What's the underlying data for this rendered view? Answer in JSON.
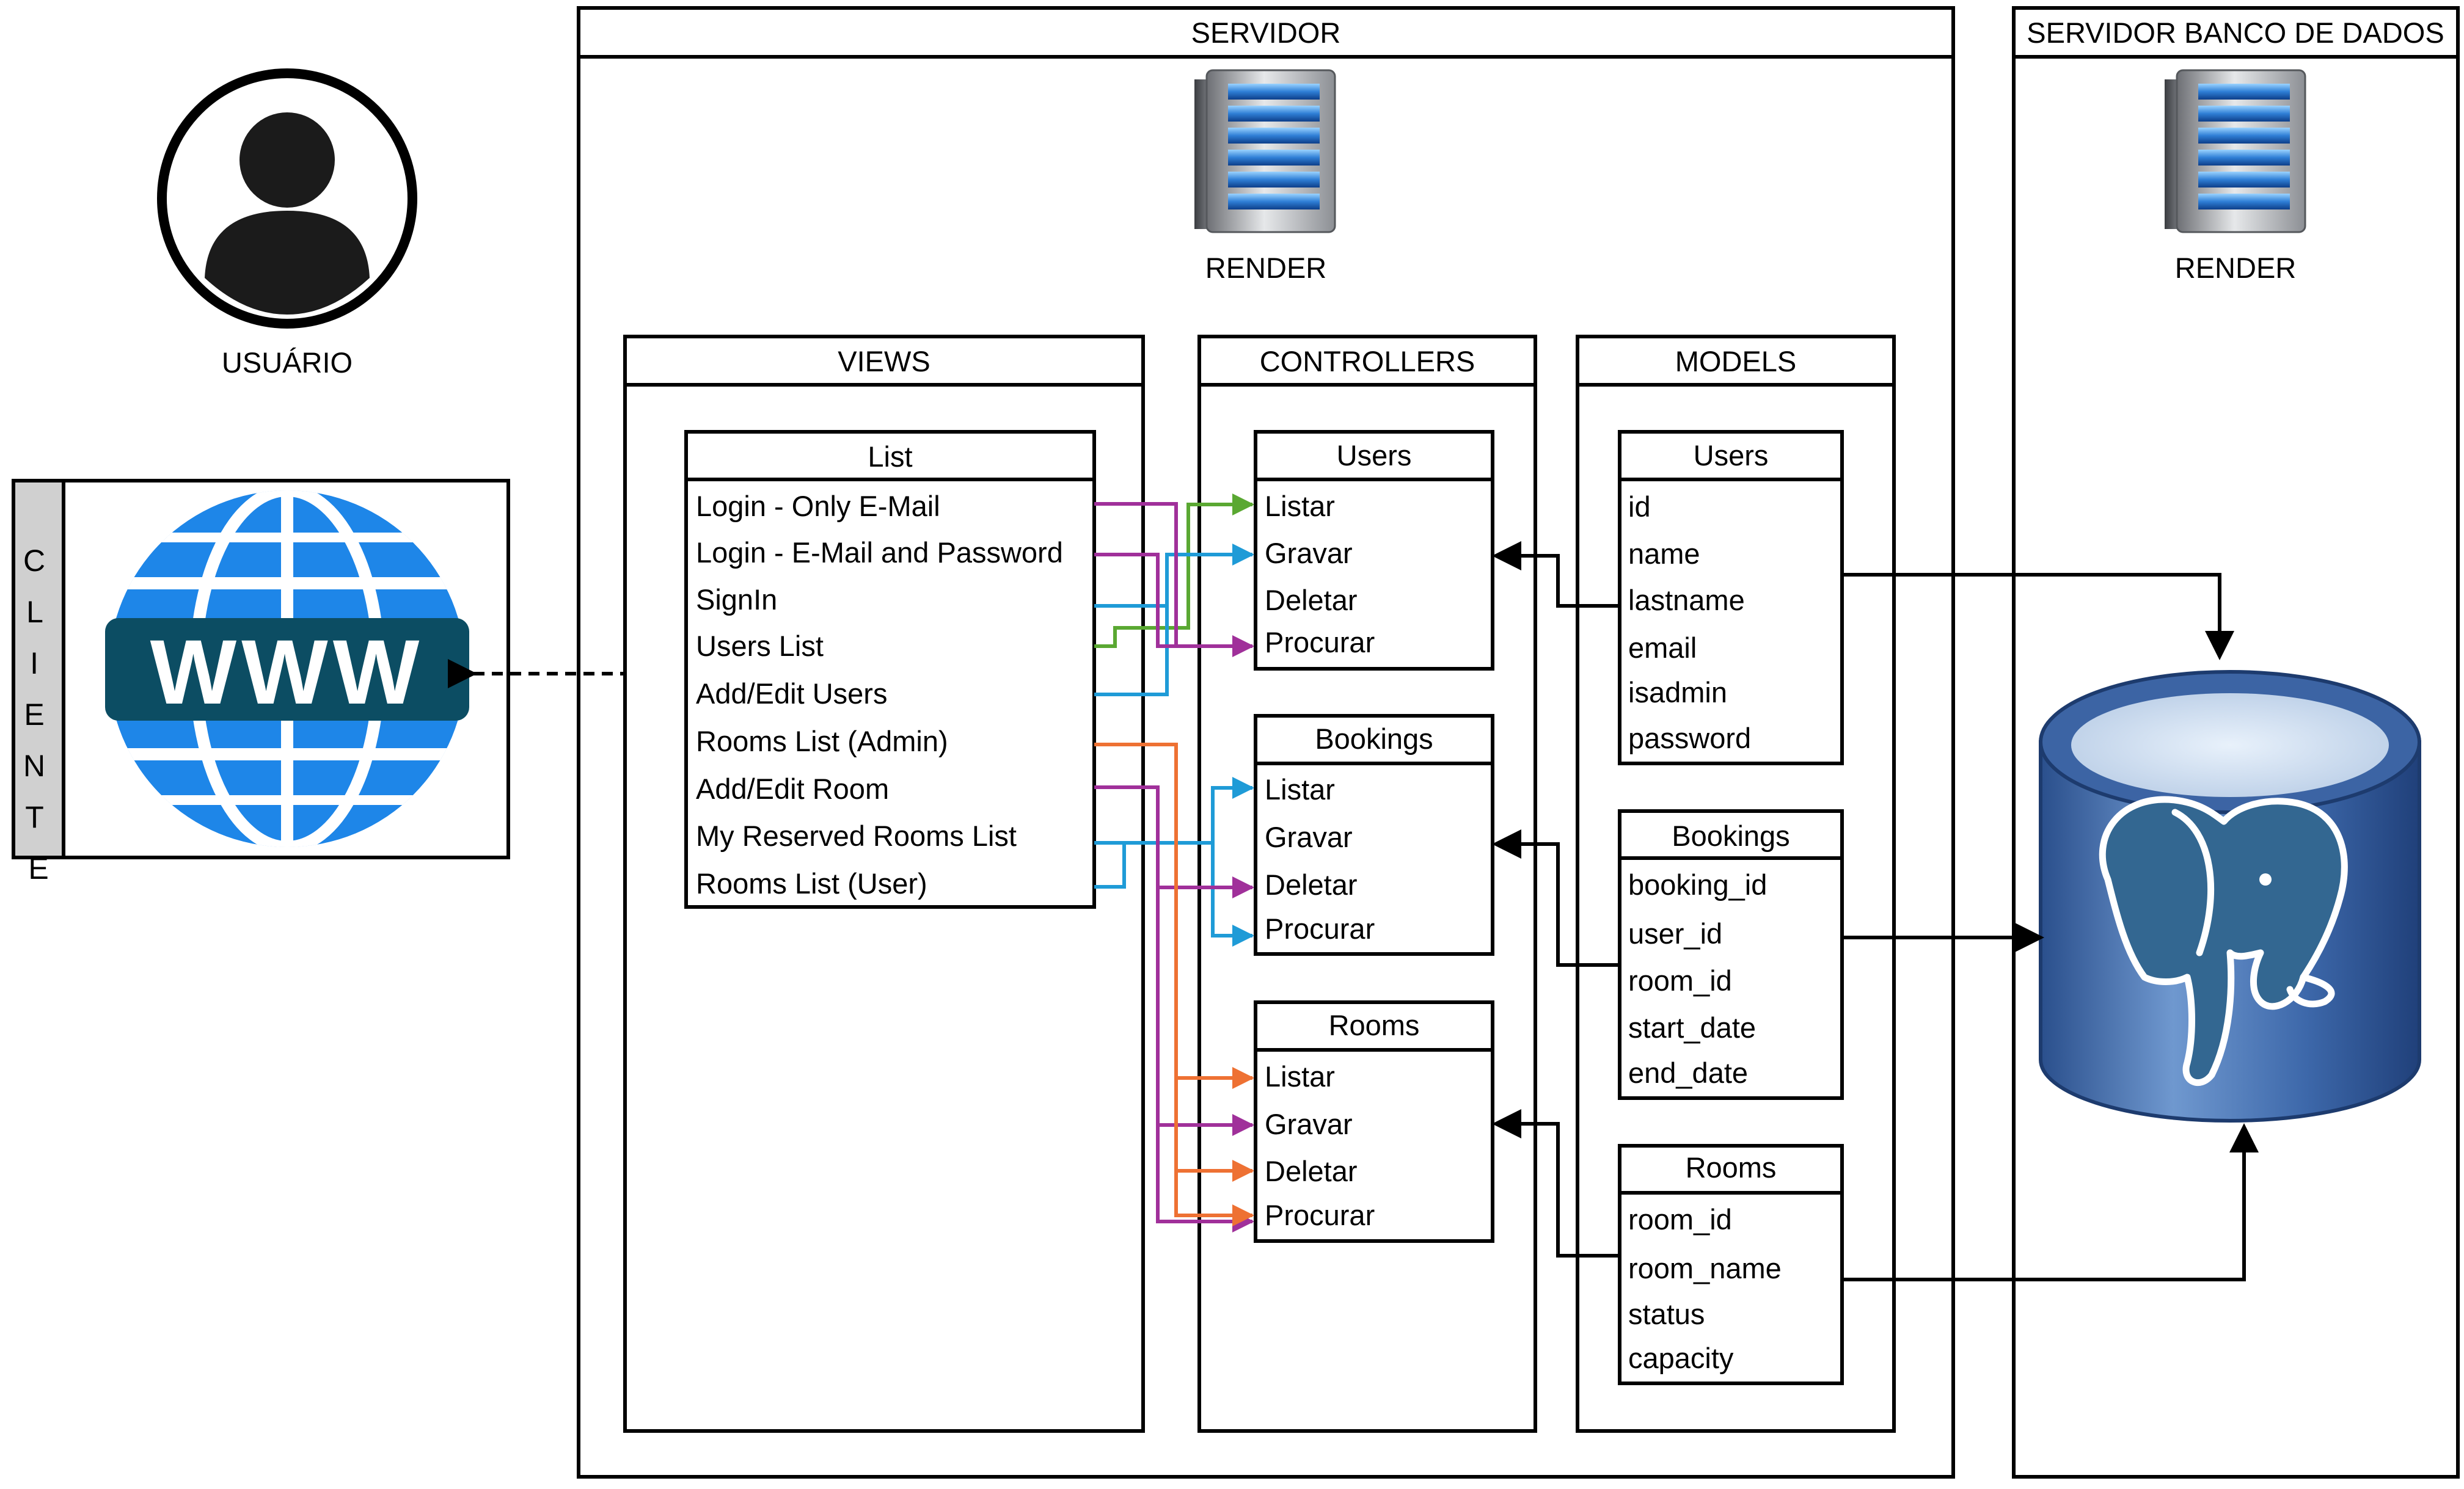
{
  "colors": {
    "green": "#5aa832",
    "blue": "#1f9bd7",
    "purple": "#a0309a",
    "orange": "#ee7133",
    "black": "#000000",
    "www_blue": "#1e86e8",
    "www_band": "#0c4d63",
    "db_blue": "#3f6fb3"
  },
  "icons": {
    "user": "user-avatar-icon",
    "www": "globe-www-icon",
    "server": "server-rack-icon",
    "database": "postgresql-database-icon"
  },
  "usuario": {
    "label": "USUÁRIO"
  },
  "cliente": {
    "label": "CLIENTE",
    "www_text": "WWW"
  },
  "servidor": {
    "title": "SERVIDOR",
    "render_label": "RENDER",
    "views": {
      "title": "VIEWS",
      "list": {
        "title": "List",
        "items": [
          "Login - Only E-Mail",
          "Login - E-Mail and Password",
          "SignIn",
          "Users List",
          "Add/Edit Users",
          "Rooms List (Admin)",
          "Add/Edit Room",
          "My Reserved Rooms List",
          "Rooms List (User)"
        ]
      }
    },
    "controllers": {
      "title": "CONTROLLERS",
      "users": {
        "title": "Users",
        "items": [
          "Listar",
          "Gravar",
          "Deletar",
          "Procurar"
        ]
      },
      "bookings": {
        "title": "Bookings",
        "items": [
          "Listar",
          "Gravar",
          "Deletar",
          "Procurar"
        ]
      },
      "rooms": {
        "title": "Rooms",
        "items": [
          "Listar",
          "Gravar",
          "Deletar",
          "Procurar"
        ]
      }
    },
    "models": {
      "title": "MODELS",
      "users": {
        "title": "Users",
        "items": [
          "id",
          "name",
          "lastname",
          "email",
          "isadmin",
          "password"
        ]
      },
      "bookings": {
        "title": "Bookings",
        "items": [
          "booking_id",
          "user_id",
          "room_id",
          "start_date",
          "end_date"
        ]
      },
      "rooms": {
        "title": "Rooms",
        "items": [
          "room_id",
          "room_name",
          "status",
          "capacity"
        ]
      }
    }
  },
  "banco": {
    "title": "SERVIDOR BANCO DE DADOS",
    "render_label": "RENDER"
  }
}
